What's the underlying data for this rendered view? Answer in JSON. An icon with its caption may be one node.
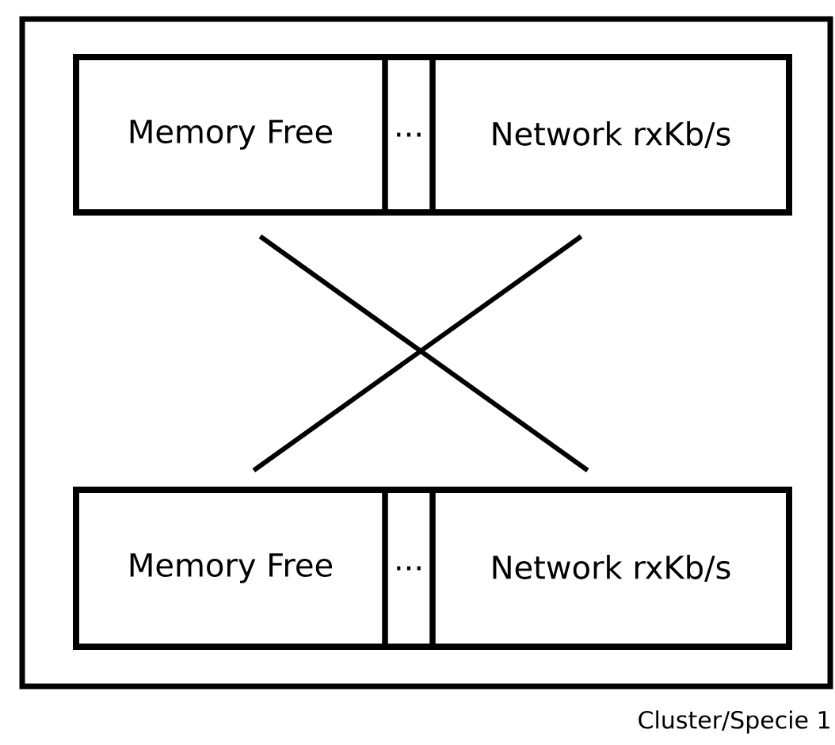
{
  "diagram": {
    "nodes": [
      {
        "text": [],
        "shape": "box",
        "beside": [
          "Cluster/Specie 1"
        ]
      },
      {
        "text": [],
        "shape": "box",
        "in": 0
      },
      {
        "text": [
          "Memory Free"
        ],
        "in": 1
      },
      {
        "text": [
          "..."
        ],
        "in": 1
      },
      {
        "text": [
          "Network rxKb/s"
        ],
        "in": 1
      },
      {
        "text": [],
        "shape": "box",
        "in": 0
      },
      {
        "text": [
          "Memory Free"
        ],
        "in": 5
      },
      {
        "text": [
          "..."
        ],
        "in": 5
      },
      {
        "text": [
          "Network rxKb/s"
        ],
        "in": 5
      }
    ],
    "edges": [
      {
        "from": 2,
        "to": 8,
        "arrow": "none"
      },
      {
        "from": 4,
        "to": 6,
        "arrow": "none"
      }
    ]
  }
}
